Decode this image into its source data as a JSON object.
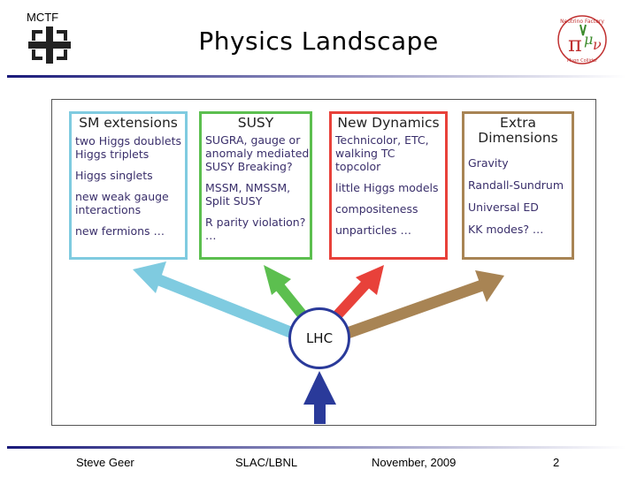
{
  "header": {
    "org_label": "MCTF",
    "title": "Physics Landscape",
    "left_logo_icon": "fermilab-logo-icon",
    "right_logo_icon": "neutrino-factory-logo-icon"
  },
  "diagram": {
    "center_label": "LHC",
    "boxes": [
      {
        "heading": "SM extensions",
        "color": "#7fcbe0",
        "lines": [
          "two Higgs doublets",
          "Higgs triplets",
          "Higgs singlets",
          "new weak gauge",
          "interactions",
          "new fermions …"
        ]
      },
      {
        "heading": "SUSY",
        "color": "#5cbf4f",
        "lines": [
          "SUGRA, gauge or",
          "anomaly mediated",
          "SUSY Breaking?",
          "MSSM, NMSSM,",
          "Split SUSY",
          "R parity violation?",
          "…"
        ]
      },
      {
        "heading": "New Dynamics",
        "color": "#e8413a",
        "lines": [
          "Technicolor, ETC,",
          "walking TC",
          "topcolor",
          "little Higgs models",
          "compositeness",
          "unparticles     …"
        ]
      },
      {
        "heading_line1": "Extra",
        "heading_line2": "Dimensions",
        "color": "#a88454",
        "lines": [
          "Gravity",
          "Randall-Sundrum",
          "Universal ED",
          "KK modes? …"
        ]
      }
    ],
    "incoming_arrow_color": "#2a3a9a"
  },
  "footer": {
    "author": "Steve Geer",
    "org": "SLAC/LBNL",
    "date": "November, 2009",
    "page": "2"
  },
  "colors": {
    "rule_gradient_start": "#1a1a7a",
    "rule_gradient_end": "#ffffff"
  }
}
